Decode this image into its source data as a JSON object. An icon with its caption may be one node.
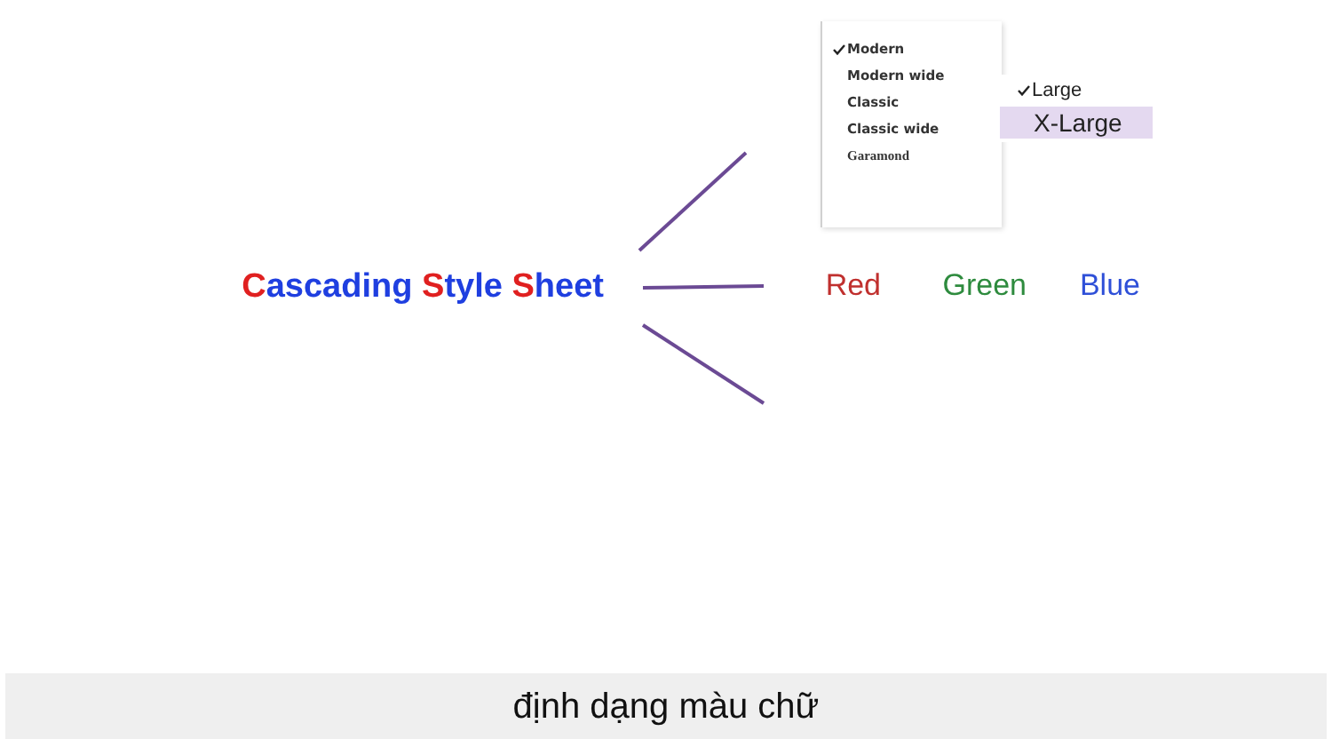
{
  "diagram": {
    "caption": "định dạng màu chữ",
    "nodes": [
      {
        "text": [
          "Cascading Style Sheet"
        ]
      },
      {
        "text": [
          "Modern",
          "Modern wide",
          "Classic",
          "Classic wide",
          "Garamond"
        ]
      },
      {
        "text": [
          "Large",
          "X-Large"
        ]
      },
      {
        "text": [
          "Red"
        ]
      },
      {
        "text": [
          "Green"
        ]
      },
      {
        "text": [
          "Blue"
        ]
      }
    ],
    "edges": [
      {
        "from": 0,
        "to": null,
        "arrow": "none",
        "color": "#6b4a94"
      },
      {
        "from": 0,
        "to": 3,
        "arrow": "none",
        "color": "#6b4a94"
      },
      {
        "from": 0,
        "to": null,
        "arrow": "none",
        "color": "#6b4a94"
      }
    ]
  }
}
